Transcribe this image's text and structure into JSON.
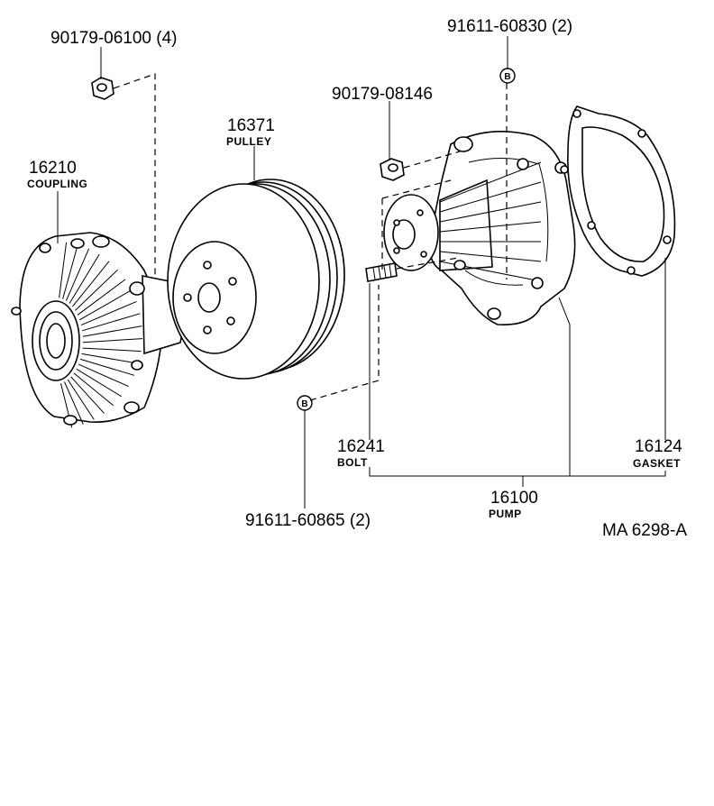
{
  "labels": {
    "nut_top": "90179-06100 (4)",
    "bolt_top": "91611-60830 (2)",
    "nut_mid": "90179-08146",
    "pulley_num": "16371",
    "pulley_name": "PULLEY",
    "coupling_num": "16210",
    "coupling_name": "COUPLING",
    "bolt_num": "16241",
    "bolt_name": "BOLT",
    "gasket_num": "16124",
    "gasket_name": "GASKET",
    "pump_num": "16100",
    "pump_name": "PUMP",
    "bolt_bottom": "91611-60865 (2)",
    "diagram_code": "MA  6298-A"
  },
  "markers": {
    "b_top": "B",
    "b_bottom": "B"
  }
}
